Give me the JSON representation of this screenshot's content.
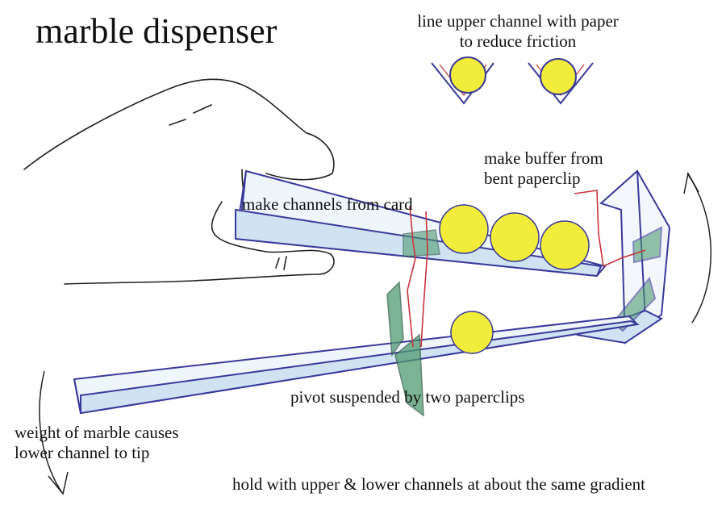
{
  "title": "marble dispenser",
  "labels": {
    "paper_tip_line1": "line upper channel with paper",
    "paper_tip_line2": "to reduce friction",
    "buffer_line1": "make buffer from",
    "buffer_line2": "bent paperclip",
    "channels": "make channels from card",
    "pivot": "pivot suspended by two paperclips",
    "weight_line1": "weight of marble causes",
    "weight_line2": "lower channel to tip",
    "hold": "hold with upper & lower channels at about the same gradient"
  },
  "colors": {
    "ink": "#3a3a9a",
    "marble": "#f2ec3a",
    "channel_fill": "#cfe3f2",
    "card_green": "#4f9a72",
    "clip_red": "#c8343a",
    "pencil": "#222222"
  }
}
